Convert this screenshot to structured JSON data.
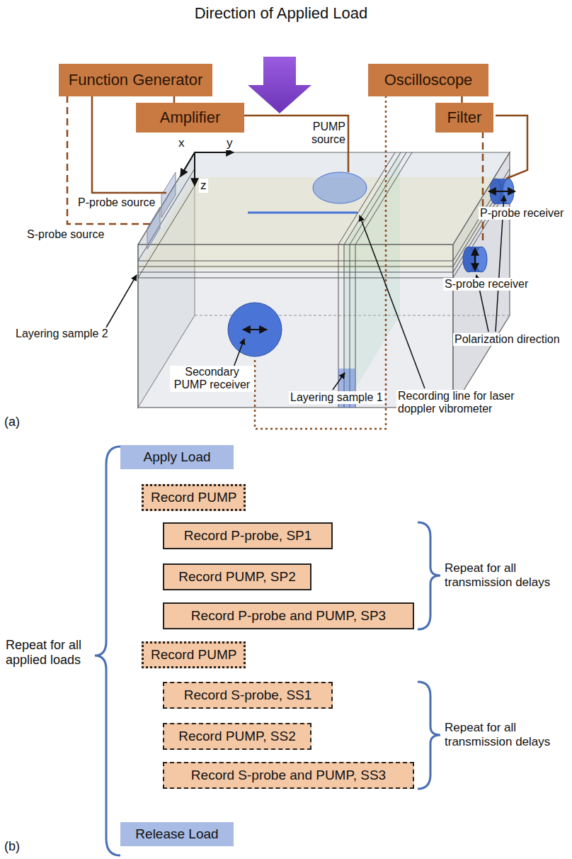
{
  "diagram": {
    "nodes": [
      {
        "text": [
          "Function Generator"
        ]
      },
      {
        "text": [
          "Amplifier"
        ]
      },
      {
        "text": [
          "Oscilloscope"
        ]
      },
      {
        "text": [
          "Filter"
        ]
      },
      {
        "text": [
          "Apply Load"
        ]
      },
      {
        "text": [
          "Record PUMP"
        ]
      },
      {
        "text": [
          "Record P-probe, SP1"
        ]
      },
      {
        "text": [
          "Record PUMP, SP2"
        ]
      },
      {
        "text": [
          "Record P-probe and PUMP, SP3"
        ]
      },
      {
        "text": [
          "Record PUMP"
        ]
      },
      {
        "text": [
          "Record S-probe, SS1"
        ]
      },
      {
        "text": [
          "Record PUMP, SS2"
        ]
      },
      {
        "text": [
          "Record S-probe and PUMP, SS3"
        ]
      },
      {
        "text": [
          "Release Load"
        ]
      }
    ],
    "edges": [
      {
        "from": 0,
        "to": 1,
        "arrow": "none"
      },
      {
        "from": 2,
        "to": 3,
        "arrow": "none"
      }
    ],
    "labels": [
      "Direction of Applied Load",
      "PUMP source",
      "x",
      "y",
      "z",
      "P-probe source",
      "S-probe source",
      "Layering sample 2",
      "Secondary PUMP receiver",
      "Layering sample 1",
      "Recording line for laser doppler vibrometer",
      "P-probe receiver",
      "S-probe receiver",
      "Polarization direction",
      "(a)",
      "Repeat for all transmission delays",
      "Repeat for all applied loads",
      "Repeat for all transmission delays",
      "(b)"
    ]
  }
}
